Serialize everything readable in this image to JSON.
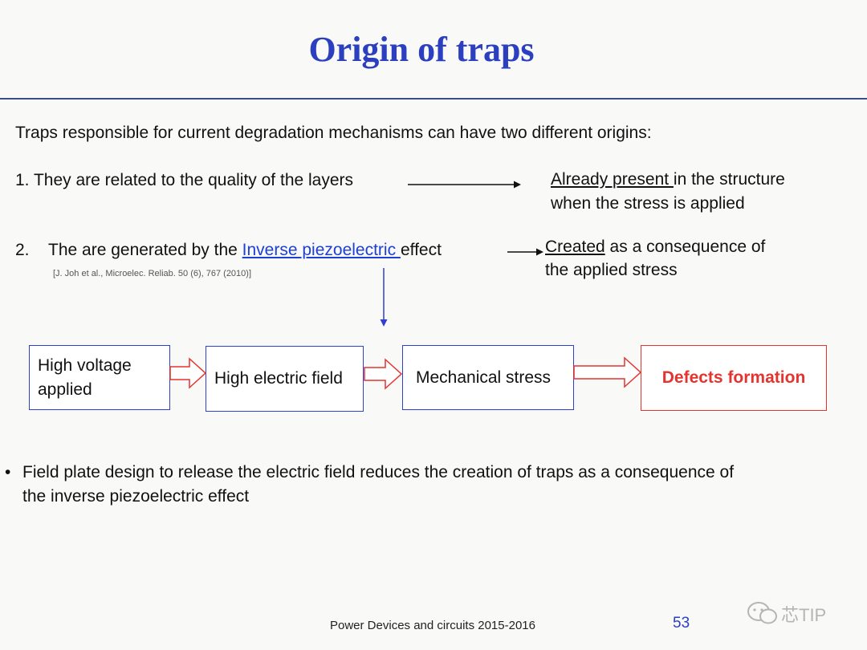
{
  "title": "Origin of traps",
  "intro": "Traps responsible for current degradation mechanisms can have two different origins:",
  "item1": {
    "text": "1. They are related to the quality of the layers",
    "result_underlined": "Already present ",
    "result_rest": "in the structure",
    "result_line2": "when the stress is applied"
  },
  "item2": {
    "number": "2.",
    "text_before": "The are generated by the ",
    "link": "Inverse piezoelectric ",
    "text_after": "effect",
    "reference": "[J. Joh et al., Microelec. Reliab. 50 (6), 767 (2010)]",
    "result_underlined": "Created",
    "result_rest": " as a consequence of",
    "result_line2": "the applied stress"
  },
  "flow": {
    "box1": "High voltage applied",
    "box2": "High electric field",
    "box3": "Mechanical stress",
    "box4": "Defects formation"
  },
  "bullet": {
    "symbol": "•",
    "line1": "Field plate design to release the electric field reduces the creation of traps as a consequence of",
    "line2": "the inverse piezoelectric effect"
  },
  "footer": {
    "course": "Power Devices and circuits 2015-2016",
    "page": "53"
  },
  "watermark": "芯TIP",
  "colors": {
    "title": "#2b3fbf",
    "box_border": "#2e3fd1",
    "box_red": "#e3342f",
    "link": "#1d3fd6"
  }
}
